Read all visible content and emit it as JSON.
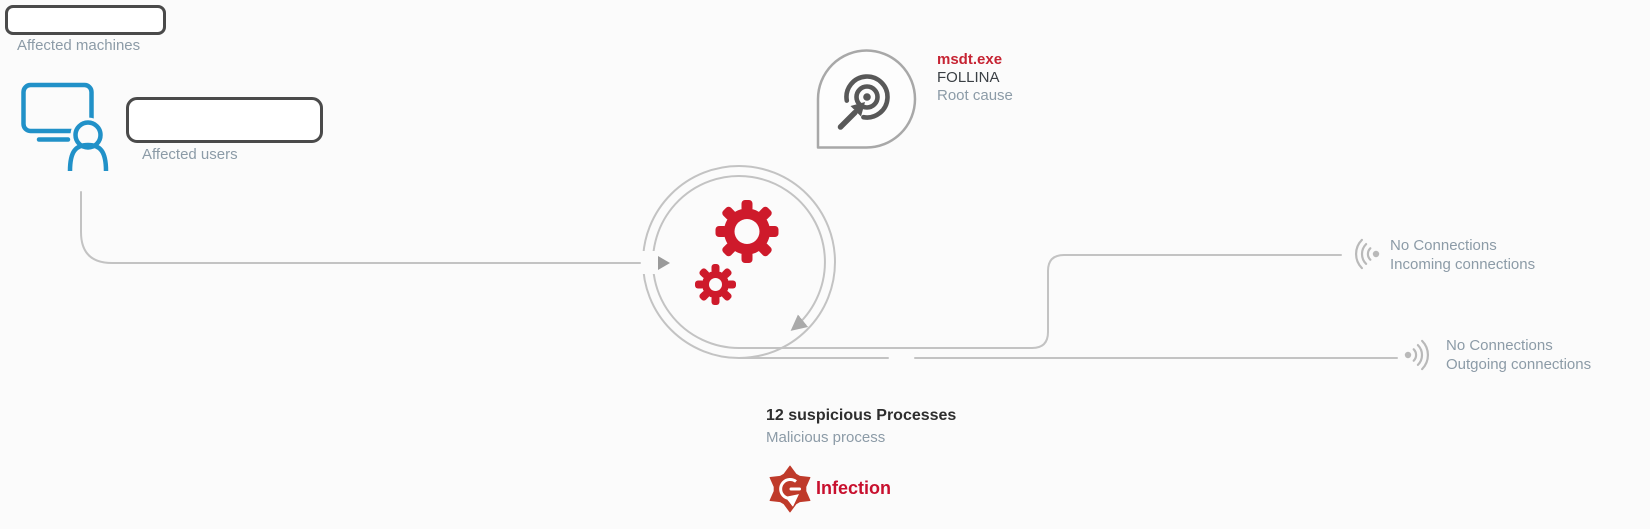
{
  "colors": {
    "background": "#fbfbfb",
    "line_gray": "#c3c3c3",
    "muted_label": "#8c9ba7",
    "dark_text": "#3a3f44",
    "title_text": "#2e2e2e",
    "accent_red": "#c62433",
    "infection_red": "#c8102e",
    "badge_red": "#bf3a2a",
    "gear_red": "#ce1a2b",
    "machine_blue": "#2191c8",
    "icon_dark_gray": "#585858",
    "redaction_border": "#4a4a4a"
  },
  "nodes": {
    "affected_machines": {
      "label": "Affected machines"
    },
    "affected_users": {
      "label": "Affected users"
    },
    "root_cause": {
      "process_name": "msdt.exe",
      "threat_name": "FOLLINA",
      "label": "Root cause"
    },
    "malicious_process": {
      "title": "12 suspicious Processes",
      "label": "Malicious process"
    },
    "incoming_connections": {
      "status": "No Connections",
      "label": "Incoming connections"
    },
    "outgoing_connections": {
      "status": "No Connections",
      "label": "Outgoing connections"
    },
    "infection": {
      "label": "Infection"
    }
  }
}
